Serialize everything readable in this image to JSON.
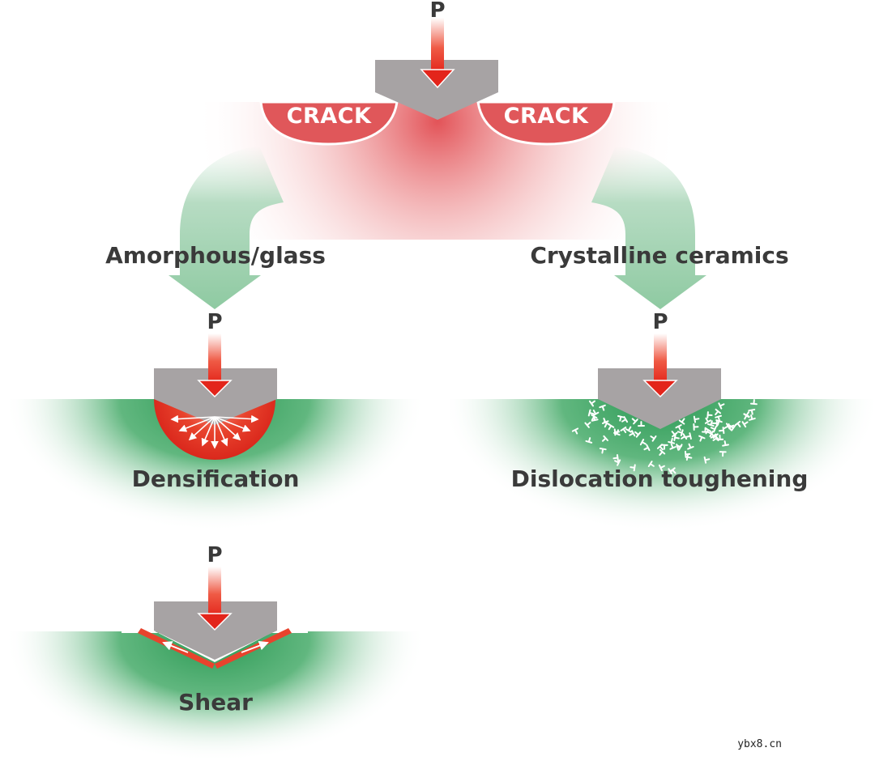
{
  "top": {
    "load_label": "P",
    "crack_left": "CRACK",
    "crack_right": "CRACK"
  },
  "branches": {
    "left": {
      "label": "Amorphous/glass"
    },
    "right": {
      "label": "Crystalline ceramics"
    }
  },
  "mechanisms": {
    "densification": {
      "load_label": "P",
      "label": "Densification"
    },
    "dislocation": {
      "load_label": "P",
      "label": "Dislocation toughening"
    },
    "shear": {
      "load_label": "P",
      "label": "Shear"
    }
  },
  "watermark": "ybx8.cn",
  "colors": {
    "red": "#e63323",
    "crack_red": "#e0575a",
    "green": "#3aa562",
    "indenter_gray": "#a7a3a4",
    "label_gray": "#3a3a3a"
  }
}
